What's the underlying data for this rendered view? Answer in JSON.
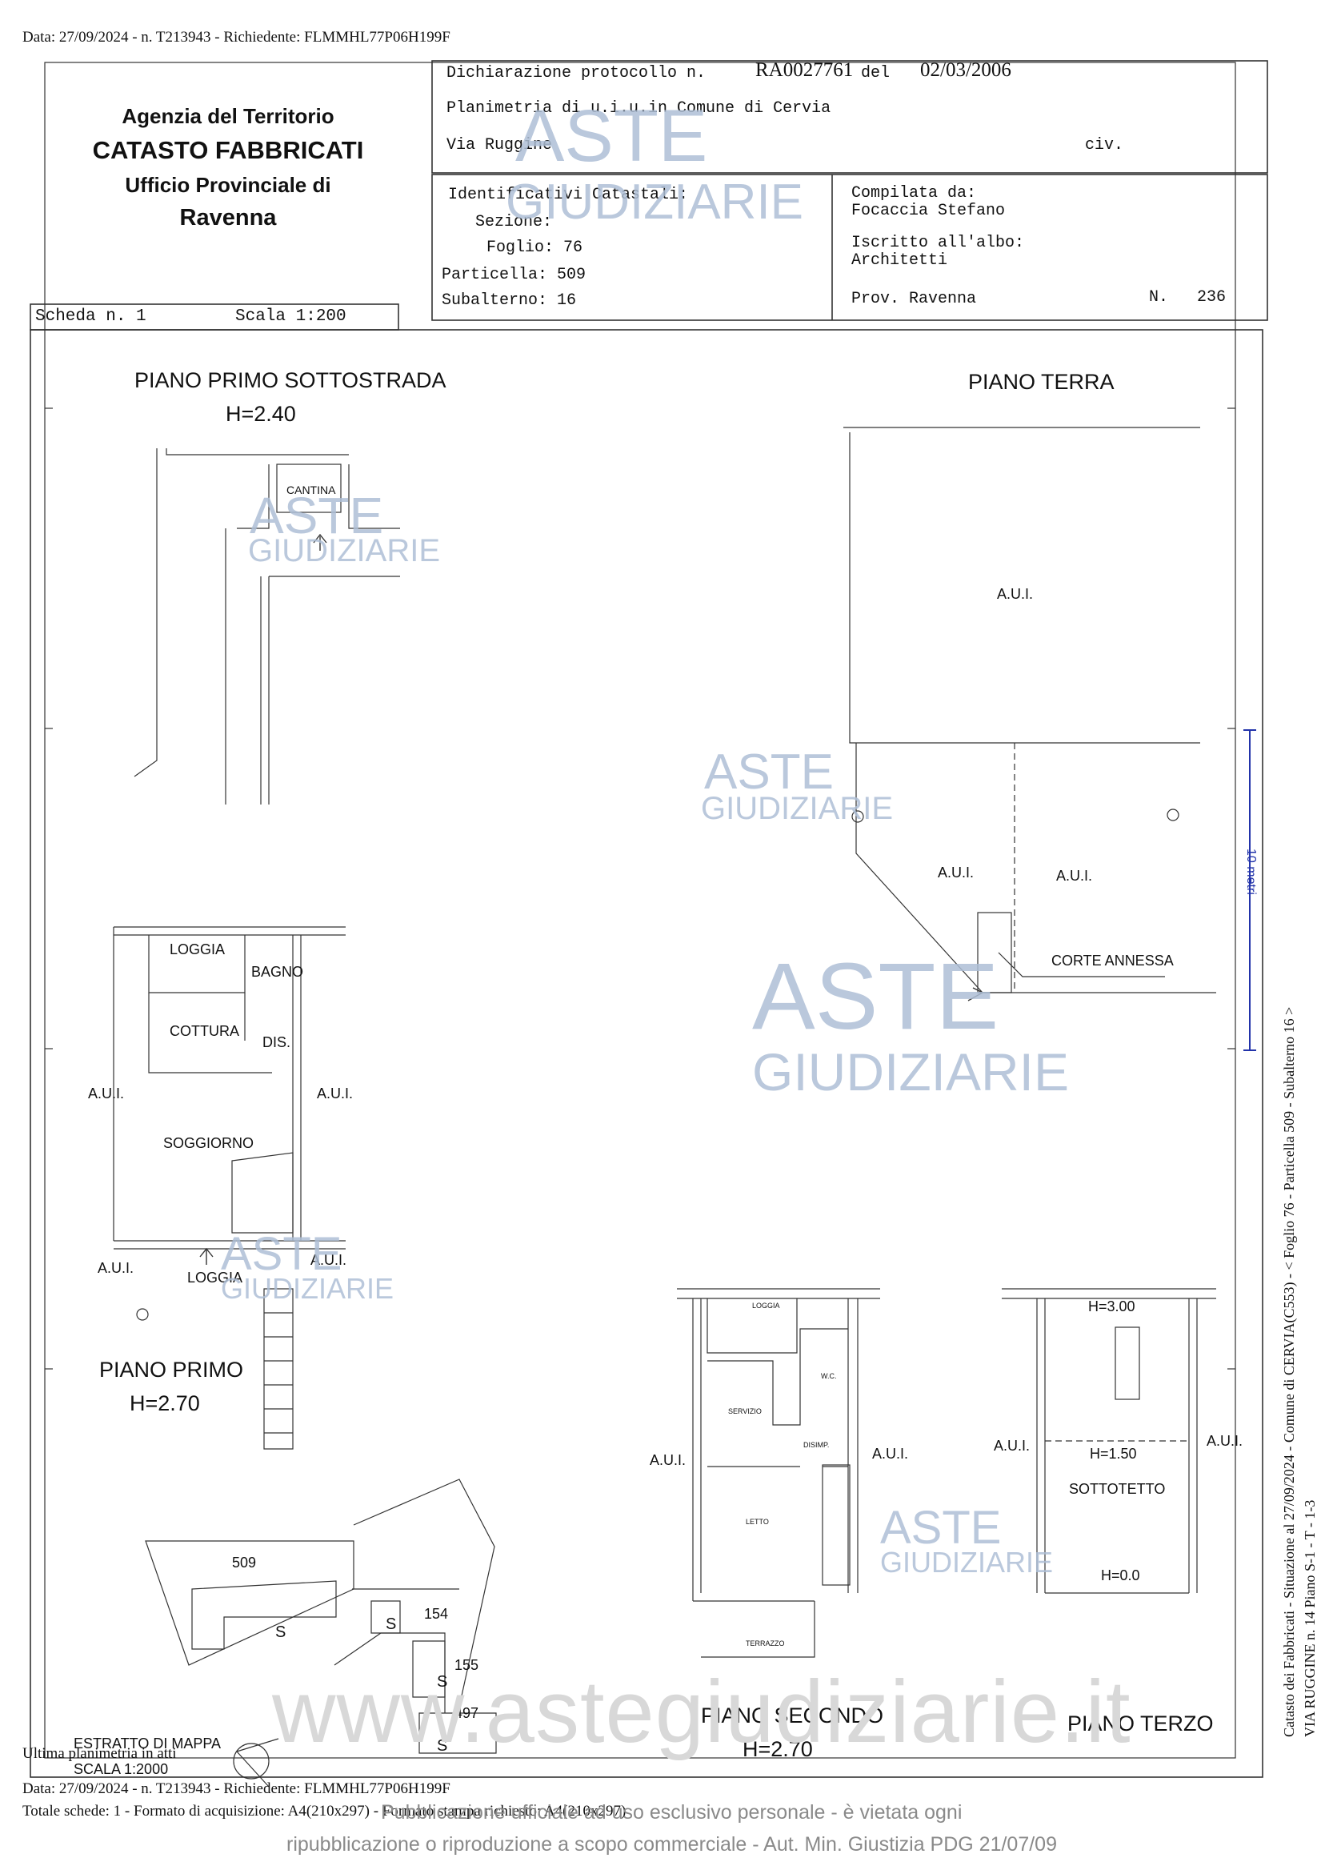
{
  "request_line": "Data: 27/09/2024 - n. T213943 - Richiedente: FLMMHL77P06H199F",
  "header": {
    "agency": "Agenzia del Territorio",
    "catasto": "CATASTO FABBRICATI",
    "office": "Ufficio Provinciale di",
    "city": "Ravenna",
    "scheda": "Scheda n. 1",
    "scala": "Scala 1:200",
    "dichiarazione_label": "Dichiarazione protocollo n.",
    "protocollo": "RA0027761",
    "del_label": "del",
    "data": "02/03/2006",
    "planimetria": "Planimetria di u.i.u.in Comune di Cervia",
    "via": "Via Ruggine",
    "civ": "civ.",
    "identificativi": "Identificativi Catastali:",
    "sezione": "Sezione:",
    "foglio": "Foglio: 76",
    "particella": "Particella: 509",
    "subalterno": "Subalterno: 16",
    "compilata": "Compilata da:",
    "tecnico": "Focaccia Stefano",
    "iscritto": "Iscritto all'albo:",
    "albo": "Architetti",
    "prov": "Prov. Ravenna",
    "numero_label": "N.",
    "numero": "236"
  },
  "plans": {
    "sottostrada_title": "PIANO PRIMO SOTTOSTRADA",
    "sottostrada_h": "H=2.40",
    "cantina": "CANTINA",
    "terra_title": "PIANO TERRA",
    "aui": "A.U.I.",
    "corte": "CORTE ANNESSA",
    "primo_title": "PIANO PRIMO",
    "primo_h": "H=2.70",
    "loggia": "LOGGIA",
    "bagno": "BAGNO",
    "cottura": "COTTURA",
    "dis": "DIS.",
    "soggiorno": "SOGGIORNO",
    "secondo_title": "PIANO SECONDO",
    "secondo_h": "H=2.70",
    "loggia_small": "LOGGIA",
    "wc": "W.C.",
    "servizio": "SERVIZIO",
    "disimp": "DISIMP.",
    "letto": "LETTO",
    "terrazzo": "TERRAZZO",
    "terzo_title": "PIANO TERZO",
    "h300": "H=3.00",
    "h150": "H=1.50",
    "sottotetto": "SOTTOTETTO",
    "h00": "H=0.0"
  },
  "map": {
    "p509": "509",
    "p154": "154",
    "p155": "155",
    "p497": "497",
    "s": "S",
    "estratto": "ESTRATTO DI MAPPA",
    "scala": "SCALA 1:2000"
  },
  "ultima": "Ultima planimetria in atti",
  "footer": {
    "date_line": "Data: 27/09/2024 - n. T213943 - Richiedente: FLMMHL77P06H199F",
    "totale": "Totale schede: 1 - Formato di acquisizione: A4(210x297) - Formato stampa richiesto: A4(210x297)",
    "pub1": "Pubblicazione ufficiale ad uso esclusivo personale - è vietata ogni",
    "pub2": "ripubblicazione o riproduzione a scopo commerciale - Aut. Min. Giustizia PDG 21/07/09",
    "website": "www.astegiudiziarie.it"
  },
  "side_text": {
    "line1": "Catasto dei Fabbricati - Situazione al 27/09/2024 - Comune di CERVIA(C553) - < Foglio 76 - Particella 509 - Subalterno 16 >",
    "line2": "VIA RUGGINE n. 14 Piano S-1 - T - 1-3"
  },
  "scale_bar": "10 metri",
  "watermark": {
    "line1": "ASTE",
    "line2": "GIUDIZIARIE"
  },
  "colors": {
    "watermark": "#aebfd6",
    "scale_bar": "#2233aa"
  }
}
